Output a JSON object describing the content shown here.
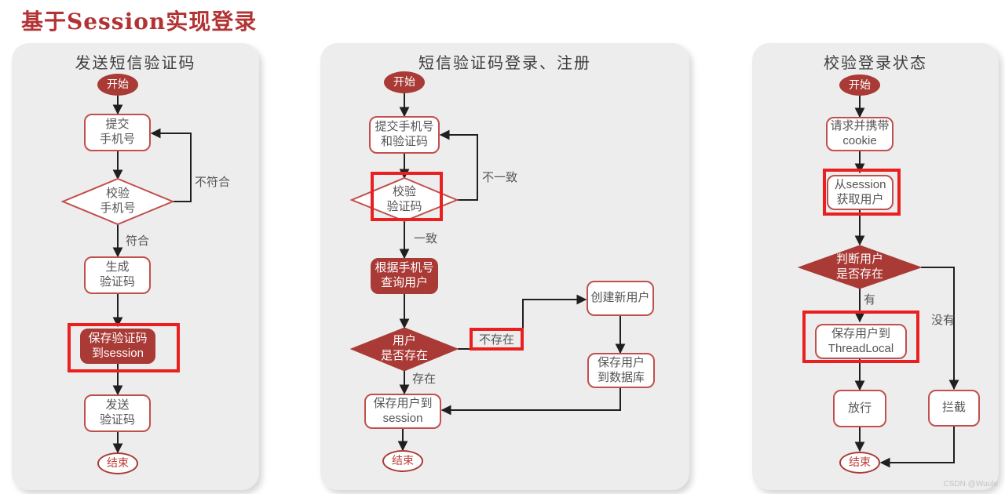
{
  "page": {
    "title": "基于Session实现登录",
    "watermark": "CSDN @Wuule"
  },
  "colors": {
    "title-red": "#b23334",
    "panel-bg": "#ededed",
    "node-red": "#a93a35",
    "border-red": "#c0504d",
    "highlight-red": "#ea1f1f",
    "text-gray": "#555555",
    "line-dark": "#1f1f1f",
    "watermark-gray": "#c9c0c0"
  },
  "panels": [
    {
      "title": "发送短信验证码",
      "nodes": {
        "start": "开始",
        "submit_phone": "提交\n手机号",
        "check_phone": "校验\n手机号",
        "fail_label": "不符合",
        "pass_label": "符合",
        "generate_code": "生成\n验证码",
        "save_code": "保存验证码\n到session",
        "send_code": "发送\n验证码",
        "end": "结束"
      }
    },
    {
      "title": "短信验证码登录、注册",
      "nodes": {
        "start": "开始",
        "submit": "提交手机号\n和验证码",
        "check_code": "校验\n验证码",
        "mismatch_label": "不一致",
        "match_label": "一致",
        "query_user": "根据手机号\n查询用户",
        "user_exists": "用户\n是否存在",
        "not_exists_label": "不存在",
        "exists_label": "存在",
        "create_user": "创建新用户",
        "save_db": "保存用户\n到数据库",
        "save_session": "保存用户到\nsession",
        "end": "结束"
      }
    },
    {
      "title": "校验登录状态",
      "nodes": {
        "start": "开始",
        "request_cookie": "请求并携带\ncookie",
        "get_user": "从session\n获取用户",
        "judge_user": "判断用户\n是否存在",
        "yes_label": "有",
        "no_label": "没有",
        "save_threadlocal": "保存用户到\nThreadLocal",
        "allow": "放行",
        "intercept": "拦截",
        "end": "结束"
      }
    }
  ]
}
